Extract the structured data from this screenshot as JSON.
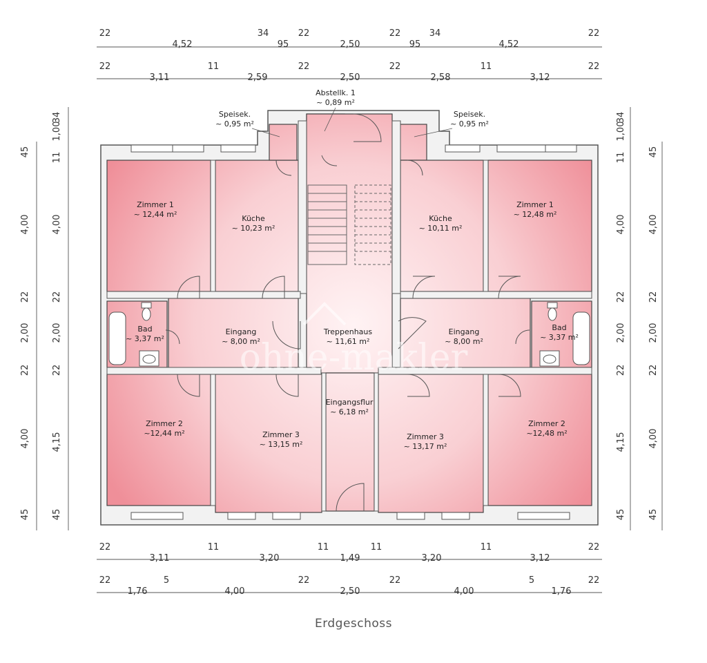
{
  "caption": "Erdgeschoss",
  "watermark": "ohne-makler",
  "colors": {
    "room_fill": "#f4a9b0",
    "room_center": "#fde9ea",
    "wall": "#555555",
    "dim_line": "#555555"
  },
  "dims_top_1": [
    "22",
    "4,52",
    "34",
    "95",
    "22",
    "2,50",
    "22",
    "95",
    "34",
    "4,52",
    "22"
  ],
  "dims_top_2": [
    "22",
    "3,11",
    "11",
    "2,59",
    "22",
    "2,50",
    "22",
    "2,58",
    "11",
    "3,12",
    "22"
  ],
  "dims_bottom_1": [
    "22",
    "3,11",
    "11",
    "3,20",
    "11",
    "1,49",
    "11",
    "3,20",
    "11",
    "3,12",
    "22"
  ],
  "dims_bottom_2": [
    "22",
    "1,76",
    "5",
    "4,00",
    "22",
    "2,50",
    "22",
    "4,00",
    "5",
    "1,76",
    "22"
  ],
  "dims_left_outer": [
    "45",
    "4,00",
    "22",
    "2,00",
    "22",
    "4,00",
    "45"
  ],
  "dims_left_inner": [
    "34",
    "1,00",
    "11",
    "4,00",
    "22",
    "2,00",
    "22",
    "4,15",
    "45"
  ],
  "dims_right_inner": [
    "34",
    "1,00",
    "11",
    "4,00",
    "22",
    "2,00",
    "22",
    "4,15",
    "45"
  ],
  "dims_right_outer": [
    "45",
    "4,00",
    "22",
    "2,00",
    "22",
    "4,00",
    "45"
  ],
  "rooms": [
    {
      "name": "Zimmer 1",
      "area": "~ 12,44 m²"
    },
    {
      "name": "Küche",
      "area": "~ 10,23 m²"
    },
    {
      "name": "Speisek.",
      "area": "~ 0,95 m²"
    },
    {
      "name": "Abstellk. 1",
      "area": "~ 0,89 m²"
    },
    {
      "name": "Speisek.",
      "area": "~ 0,95 m²"
    },
    {
      "name": "Küche",
      "area": "~ 10,11 m²"
    },
    {
      "name": "Zimmer 1",
      "area": "~ 12,48 m²"
    },
    {
      "name": "Bad",
      "area": "~ 3,37 m²"
    },
    {
      "name": "Eingang",
      "area": "~ 8,00 m²"
    },
    {
      "name": "Treppenhaus",
      "area": "~ 11,61 m²"
    },
    {
      "name": "Eingang",
      "area": "~ 8,00 m²"
    },
    {
      "name": "Bad",
      "area": "~ 3,37 m²"
    },
    {
      "name": "Zimmer 2",
      "area": "~12,44 m²"
    },
    {
      "name": "Zimmer 3",
      "area": "~ 13,15 m²"
    },
    {
      "name": "Eingangsflur",
      "area": "~ 6,18 m²"
    },
    {
      "name": "Zimmer 3",
      "area": "~ 13,17 m²"
    },
    {
      "name": "Zimmer 2",
      "area": "~12,48 m²"
    }
  ]
}
